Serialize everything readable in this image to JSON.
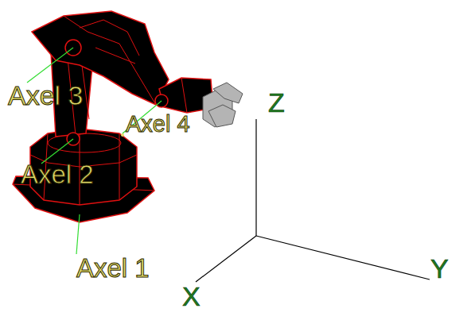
{
  "diagram": {
    "labels": [
      "Axel 3",
      "Axel 4",
      "Axel 2",
      "Axel 1",
      "Z",
      "X",
      "Y"
    ]
  }
}
